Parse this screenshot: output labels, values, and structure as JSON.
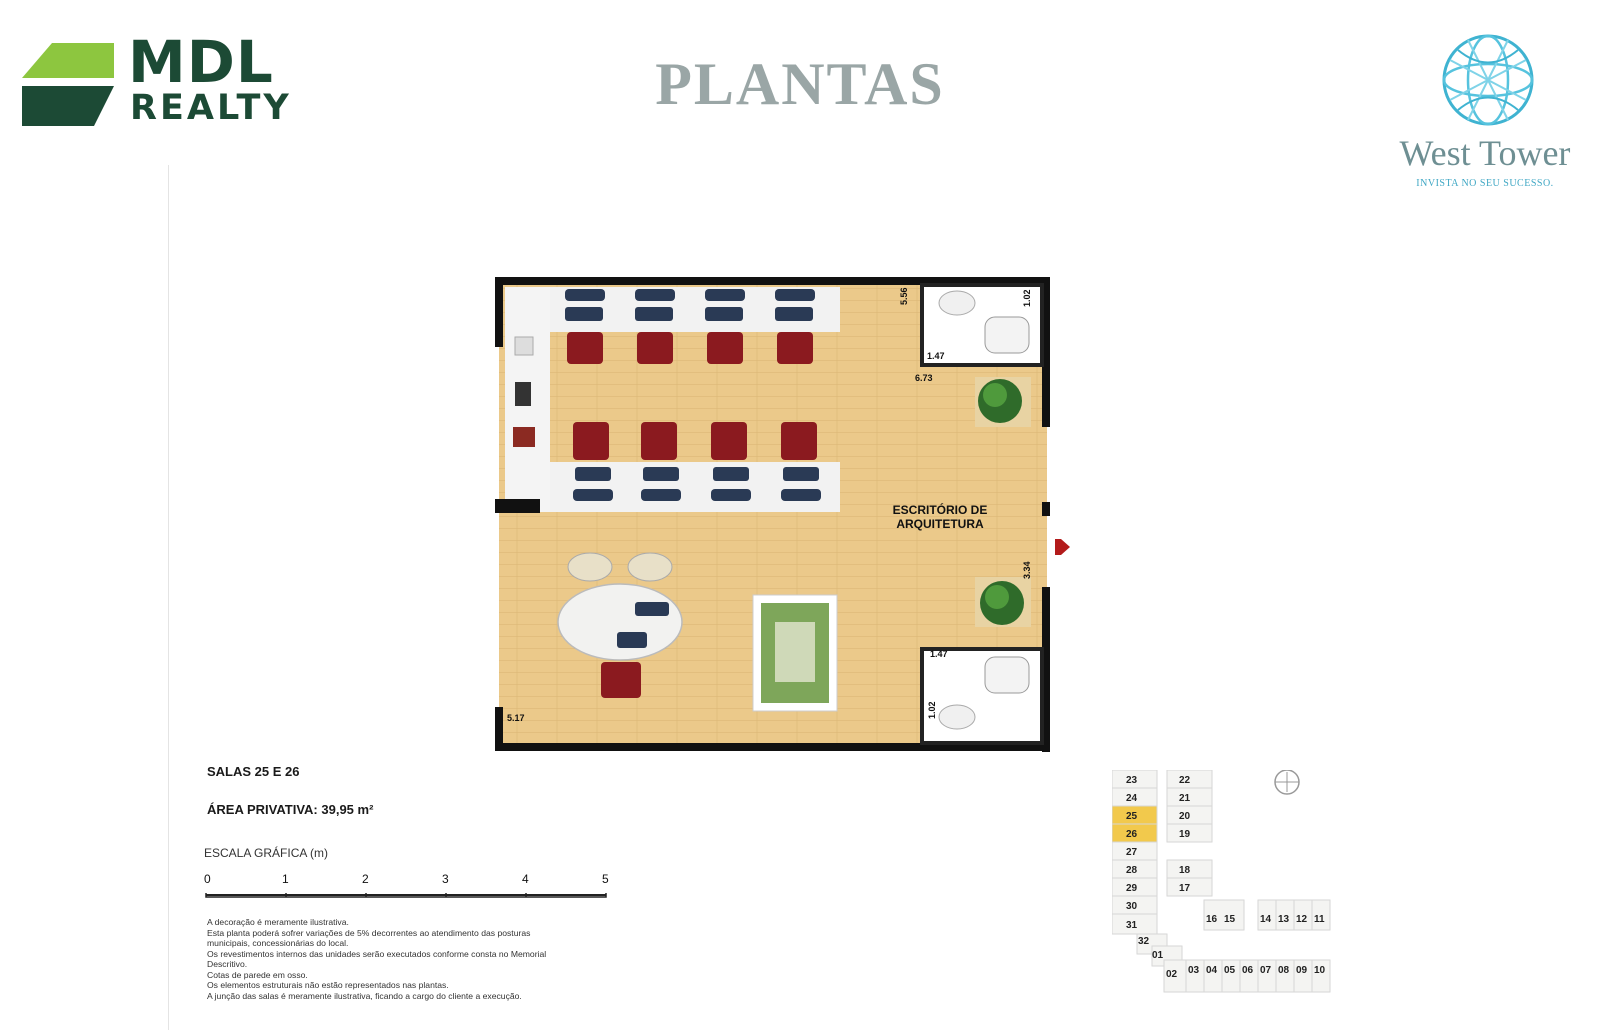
{
  "header": {
    "brand_line1": "MDL",
    "brand_line2": "REALTY",
    "title": "PLANTAS",
    "project_name": "West Tower",
    "project_tagline": "INVISTA NO SEU SUCESSO."
  },
  "plan": {
    "room_label_line1": "ESCRITÓRIO DE",
    "room_label_line2": "ARQUITETURA",
    "dims": {
      "d556": "5.56",
      "d102a": "1.02",
      "d147a": "1.47",
      "d673": "6.73",
      "d334": "3.34",
      "d147b": "1.47",
      "d102b": "1.02",
      "d517": "5.17"
    }
  },
  "info": {
    "unit_title": "SALAS 25 E 26",
    "area_label": "ÁREA PRIVATIVA:",
    "area_value": "39,95 m²",
    "scale_title": "ESCALA GRÁFICA (m)",
    "scale_ticks": [
      "0",
      "1",
      "2",
      "3",
      "4",
      "5"
    ],
    "notes": [
      "A decoração é meramente ilustrativa.",
      "Esta planta poderá sofrer variações de 5% decorrentes ao atendimento das posturas",
      "municipais, concessionárias do local.",
      "Os revestimentos internos das unidades serão executados conforme consta no Memorial",
      "Descritivo.",
      "Cotas de parede em osso.",
      "Os elementos estruturais não estão representados nas plantas.",
      "A junção das salas é meramente ilustrativa, ficando a cargo do cliente a execução."
    ]
  },
  "key_plan": {
    "highlight_color": "#f2c94c",
    "units": {
      "u23": "23",
      "u22": "22",
      "u24": "24",
      "u21": "21",
      "u25": "25",
      "u20": "20",
      "u26": "26",
      "u19": "19",
      "u27": "27",
      "u28": "28",
      "u18": "18",
      "u29": "29",
      "u17": "17",
      "u30": "30",
      "u31": "31",
      "u32": "32",
      "u01": "01",
      "u02": "02",
      "u16": "16",
      "u15": "15",
      "u14": "14",
      "u13": "13",
      "u12": "12",
      "u11": "11",
      "u03": "03",
      "u04": "04",
      "u05": "05",
      "u06": "06",
      "u07": "07",
      "u08": "08",
      "u09": "09",
      "u10": "10"
    }
  },
  "colors": {
    "brand_green": "#1c4a35",
    "brand_lime": "#8dc63f",
    "floor_wood": "#ebc98a",
    "chair_red": "#8b1a1f"
  }
}
